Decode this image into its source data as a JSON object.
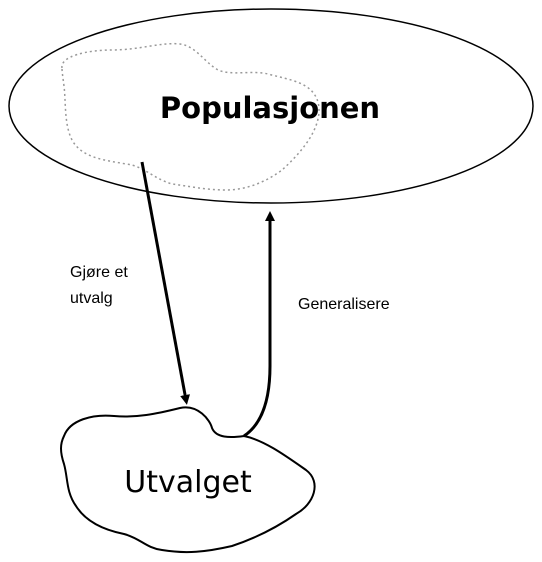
{
  "nodes": {
    "population": {
      "label": "Populasjonen"
    },
    "sample": {
      "label": "Utvalget"
    }
  },
  "edges": {
    "select_sample": {
      "label_line1": "Gjøre et",
      "label_line2": "utvalg"
    },
    "generalize": {
      "label": "Generalisere"
    }
  }
}
